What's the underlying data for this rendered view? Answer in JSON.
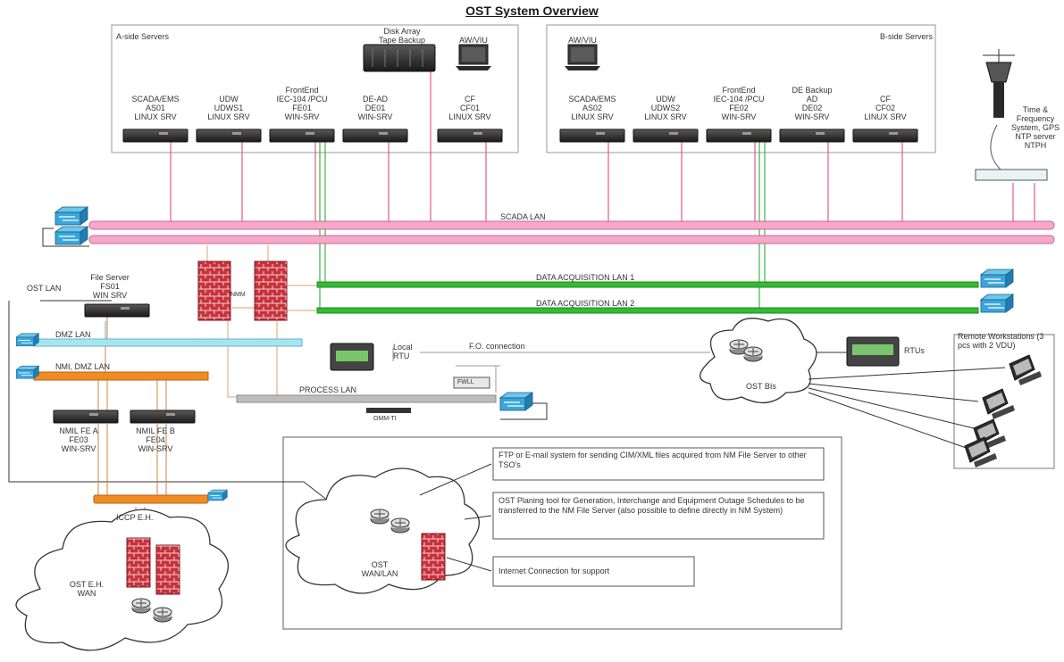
{
  "title": "OST System Overview",
  "a_side": {
    "label": "A-side Servers",
    "servers": [
      {
        "lines": [
          "SCADA/EMS",
          "AS01",
          "LINUX SRV"
        ]
      },
      {
        "lines": [
          "UDW",
          "UDWS1",
          "LINUX SRV"
        ]
      },
      {
        "lines": [
          "FrontEnd",
          "IEC-104 /PCU",
          "FE01",
          "WIN-SRV"
        ]
      },
      {
        "lines": [
          "DE-AD",
          "DE01",
          "WIN-SRV"
        ]
      },
      {
        "lines": [
          "CF",
          "CF01",
          "LINUX SRV"
        ]
      }
    ],
    "disk_array": [
      "Disk Array",
      "Tape Backup"
    ],
    "workstation": "AW/VIU"
  },
  "b_side": {
    "label": "B-side Servers",
    "servers": [
      {
        "lines": [
          "SCADA/EMS",
          "AS02",
          "LINUX SRV"
        ]
      },
      {
        "lines": [
          "UDW",
          "UDWS2",
          "LINUX SRV"
        ]
      },
      {
        "lines": [
          "FrontEnd",
          "IEC-104 /PCU",
          "FE02",
          "WIN-SRV"
        ]
      },
      {
        "lines": [
          "DE Backup",
          "AD",
          "DE02",
          "WIN-SRV"
        ]
      },
      {
        "lines": [
          "CF",
          "CF02",
          "LINUX SRV"
        ]
      }
    ],
    "workstation": "AW/VIU"
  },
  "time_server": [
    "Time &",
    "Frequency",
    "System, GPS",
    "NTP server",
    "NTPH"
  ],
  "lans": {
    "scada": "SCADA LAN",
    "daq1": "DATA ACQUISITION LAN 1",
    "daq2": "DATA ACQUISITION LAN 2",
    "dmz": "DMZ LAN",
    "nmi_dmz": "NMI, DMZ LAN",
    "process": "PROCESS LAN",
    "ost": "OST LAN",
    "iccp": "ICCP E.H."
  },
  "firewall_label": "NMM",
  "process_device": "OMM-TI",
  "fo_device": "FWLL",
  "file_server": [
    "File Server",
    "FS01",
    "WIN SRV"
  ],
  "nm_fe": [
    {
      "lines": [
        "NMIL FE A",
        "FE03",
        "WIN-SRV"
      ]
    },
    {
      "lines": [
        "NMIL FE B",
        "FE04",
        "WIN-SRV"
      ]
    }
  ],
  "local_rtu": [
    "Local",
    "RTU"
  ],
  "fo_connection": "F.O. connection",
  "rtus": "RTUs",
  "ost_bis": "OST BIs",
  "remote_ws": [
    "Remote Workstations (3",
    "pcs with 2 VDU)"
  ],
  "clouds": {
    "wan_lan": [
      "OST",
      "WAN/LAN"
    ],
    "eh_wan": [
      "OST E.H.",
      "WAN"
    ]
  },
  "notes": [
    "FTP or E-mail system for sending CIM/XML files acquired from NM File Server to other TSO's",
    "OST Planing tool for Generation, Interchange and Equipment Outage Schedules to be transferred to the NM File Server (also possible to define directly in NM System)",
    "Internet Connection for support"
  ],
  "colors": {
    "scada_lan": "#f5a8c8",
    "daq_lan": "#33bb33",
    "dmz_lan": "#a8e4f0",
    "nmi_lan": "#f08c22",
    "process_lan": "#bdbdbd",
    "switch": "#3aa6dc",
    "firewall": "#c8323c"
  }
}
